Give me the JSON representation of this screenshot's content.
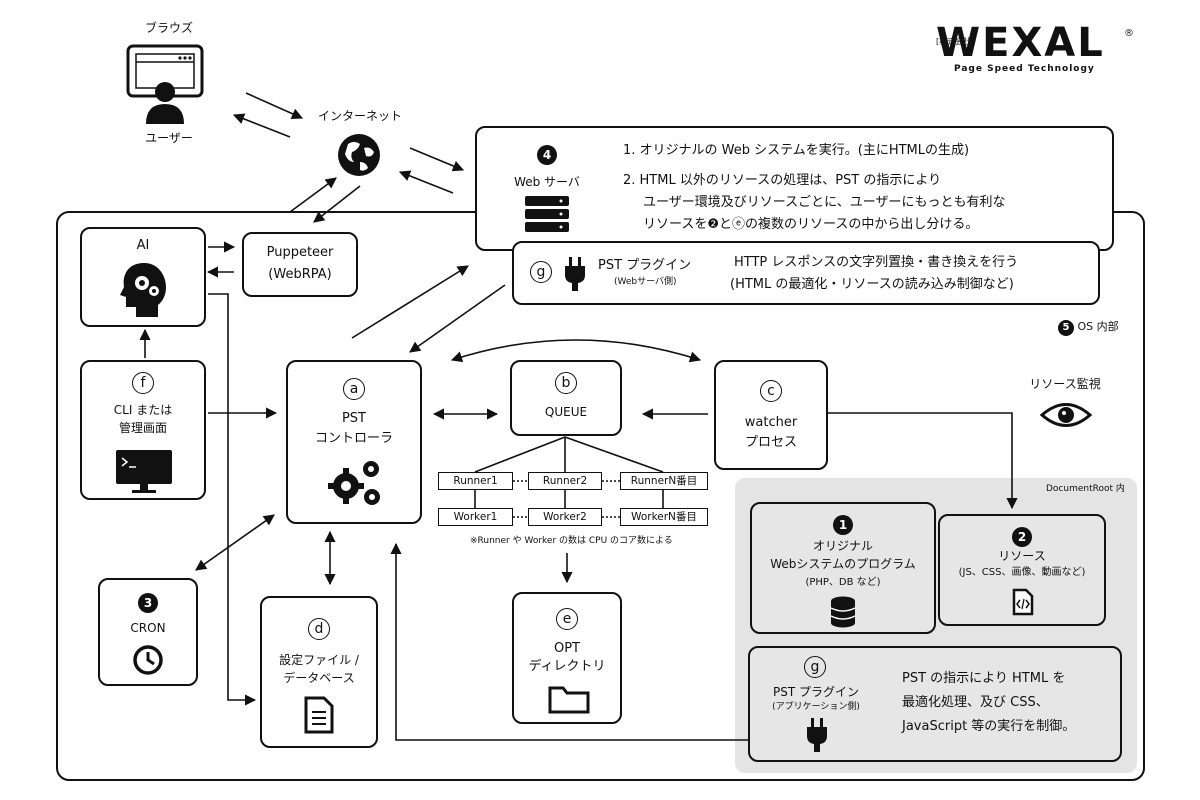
{
  "logo": {
    "text": "WEXAL",
    "tagline": "Page Speed Technology",
    "mark": "®"
  },
  "browser": {
    "label": "ブラウズ",
    "user_label": "ユーザー"
  },
  "internet": {
    "label": "インターネット"
  },
  "webserver": {
    "num": "4",
    "label": "Web サーバ",
    "line1": "1. オリジナルの Web システムを実行。(主にHTMLの生成)",
    "line2": "2. HTML 以外のリソースの処理は、PST の指示により",
    "line3": "ユーザー環境及びリソースごとに、ユーザーにもっとも有利な",
    "line4": "リソースを❷とⓔの複数のリソースの中から出し分ける。"
  },
  "plugin_web": {
    "letter": "g",
    "title": "PST プラグイン",
    "sub": "(Webサーバ側)",
    "desc1": "HTTP レスポンスの文字列置換・書き換えを行う",
    "desc2": "(HTML の最適化・リソースの読み込み制御など)"
  },
  "os": {
    "num": "5",
    "label": "OS 内部"
  },
  "ai": {
    "label": "AI"
  },
  "puppeteer": {
    "line1": "Puppeteer",
    "line2": "(WebRPA)"
  },
  "cli": {
    "letter": "f",
    "line1": "CLI または",
    "line2": "管理画面"
  },
  "pst": {
    "letter": "a",
    "line1": "PST",
    "line2": "コントローラ"
  },
  "queue": {
    "letter": "b",
    "label": "QUEUE"
  },
  "watcher": {
    "letter": "c",
    "line1": "watcher",
    "line2": "プロセス"
  },
  "resource_monitor": {
    "label": "リソース監視"
  },
  "runners": [
    "Runner1",
    "Runner2",
    "RunnerN番目"
  ],
  "workers": [
    "Worker1",
    "Worker2",
    "WorkerN番目"
  ],
  "runner_note": "※Runner や Worker の数は CPU のコア数による",
  "cron": {
    "num": "3",
    "label": "CRON"
  },
  "config": {
    "letter": "d",
    "line1": "設定ファイル /",
    "line2": "データベース"
  },
  "opt": {
    "letter": "e",
    "line1": "OPT",
    "line2": "ディレクトリ"
  },
  "docroot": {
    "label": "DocumentRoot 内"
  },
  "original": {
    "num": "1",
    "line1": "オリジナル",
    "line2": "Webシステムのプログラム",
    "line3": "(PHP、DB など)"
  },
  "resources": {
    "num": "2",
    "line1": "リソース",
    "line2": "(JS、CSS、画像、動画など)"
  },
  "plugin_app": {
    "letter": "g",
    "title": "PST プラグイン",
    "sub": "(アプリケーション側)",
    "desc1": "PST の指示により HTML を",
    "desc2": "最適化処理、及び CSS、",
    "desc3": "JavaScript 等の実行を制御。"
  }
}
